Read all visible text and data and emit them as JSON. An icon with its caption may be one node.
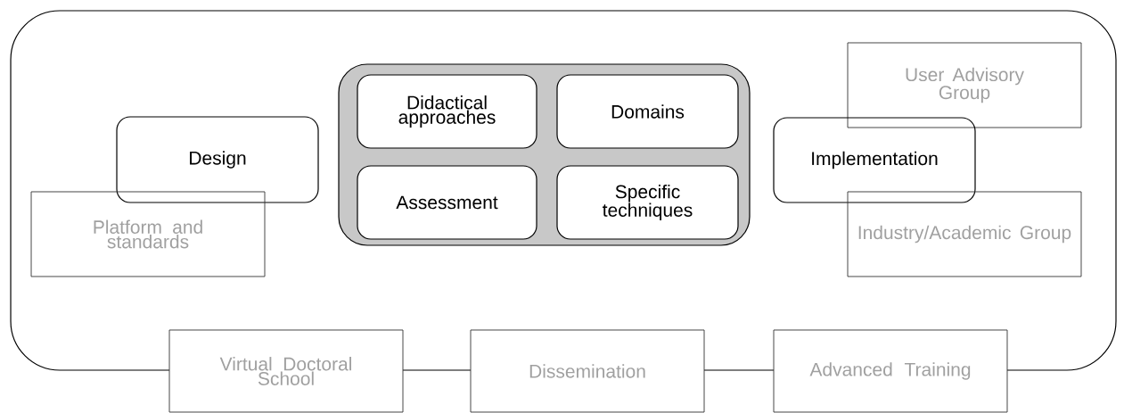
{
  "diagram": {
    "nodes": [
      {
        "text": [],
        "shape": "box"
      },
      {
        "text": [
          "Design"
        ],
        "in": 0
      },
      {
        "text": [
          "Platform and standards"
        ],
        "in": 0
      },
      {
        "text": [],
        "shape": "box",
        "in": 0
      },
      {
        "text": [
          "Didactical approaches"
        ],
        "in": 3
      },
      {
        "text": [
          "Domains"
        ],
        "in": 3
      },
      {
        "text": [
          "Assessment"
        ],
        "in": 3
      },
      {
        "text": [
          "Specific techniques"
        ],
        "in": 3
      },
      {
        "text": [
          "User Advisory Group"
        ],
        "in": 0
      },
      {
        "text": [
          "Implementation"
        ],
        "in": 0
      },
      {
        "text": [
          "Industry/Academic Group"
        ],
        "in": 0
      },
      {
        "text": [
          "Virtual Doctoral School"
        ]
      },
      {
        "text": [
          "Dissemination"
        ]
      },
      {
        "text": [
          "Advanced Training"
        ]
      }
    ]
  }
}
